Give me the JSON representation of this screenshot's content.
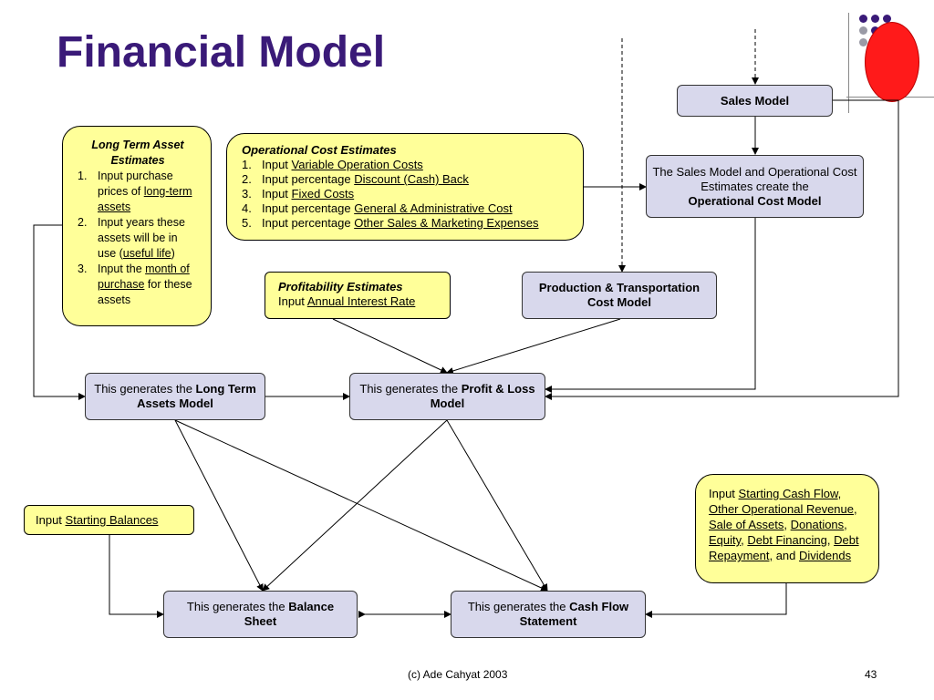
{
  "slide": {
    "title": "Financial Model",
    "footer": "(c) Ade Cahyat 2003",
    "page_number": "43"
  },
  "boxes": {
    "sales_model": "Sales Model",
    "long_term_assets_estimates": {
      "heading": "Long Term Asset Estimates",
      "items": [
        {
          "n": "1.",
          "pre": "Input purchase prices of ",
          "link": "long-term assets",
          "post": ""
        },
        {
          "n": "2.",
          "pre": "Input years these assets will be in use (",
          "link": "useful life",
          "post": ")"
        },
        {
          "n": "3.",
          "pre": "Input the ",
          "link": "month of purchase",
          "post": " for these assets"
        }
      ]
    },
    "operational_cost_estimates": {
      "heading": "Operational Cost Estimates",
      "items": [
        {
          "n": "1.",
          "pre": "Input ",
          "link": "Variable Operation Costs"
        },
        {
          "n": "2.",
          "pre": "Input percentage ",
          "link": "Discount (Cash) Back"
        },
        {
          "n": "3.",
          "pre": "Input ",
          "link": "Fixed Costs"
        },
        {
          "n": "4.",
          "pre": "Input percentage ",
          "link": "General & Administrative Cost"
        },
        {
          "n": "5.",
          "pre": "Input percentage ",
          "link": "Other Sales & Marketing Expenses"
        }
      ]
    },
    "operational_cost_model": {
      "text": "The Sales Model and Operational Cost Estimates create the",
      "bold": "Operational Cost Model"
    },
    "profitability_estimates": {
      "heading": "Profitability Estimates",
      "pre": "Input ",
      "link": "Annual Interest Rate"
    },
    "production_model": "Production & Transportation Cost Model",
    "long_term_assets_model": {
      "pre": "This generates the ",
      "bold": "Long Term Assets Model"
    },
    "profit_loss_model": {
      "pre": "This generates the ",
      "bold": "Profit & Loss Model"
    },
    "starting_balances": {
      "pre": "Input ",
      "link": "Starting Balances"
    },
    "cash_flow_inputs": {
      "pre": "Input ",
      "l1": "Starting Cash Flow",
      "s1": ", ",
      "l2": "Other Operational Revenue",
      "s2": ", ",
      "l3": "Sale of Assets",
      "s3": ", ",
      "l4": "Donations",
      "s4": ", ",
      "l5": "Equity",
      "s5": ", ",
      "l6": "Debt Financing",
      "s6": ", ",
      "l7": "Debt Repayment,",
      "s7": " and ",
      "l8": "Dividends"
    },
    "balance_sheet": {
      "pre": "This generates the ",
      "bold": "Balance Sheet"
    },
    "cash_flow_statement": {
      "pre": "This generates the ",
      "bold": "Cash Flow Statement"
    }
  },
  "decoration": {
    "dot_colors": [
      "#3a1a78",
      "#3a1a78",
      "#3a1a78",
      "#9a9aa6",
      "#3a1a78",
      "#9a9aa6",
      "#9a9aa6",
      "#c8c800",
      "#9a9aa6"
    ],
    "oval_color": "#ff1a1a"
  }
}
